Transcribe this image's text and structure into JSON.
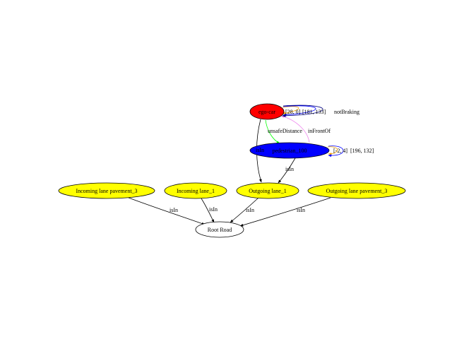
{
  "nodes": [
    {
      "id": "ego",
      "label": "ego-car",
      "fill": "#ff0000",
      "kind": "primary"
    },
    {
      "id": "ped",
      "label": "pedestrian_100",
      "fill": "#0000ff",
      "kind": "primary"
    },
    {
      "id": "ilp3",
      "label": "Incoming lane pavement_3",
      "fill": "#ffff00",
      "kind": "lane"
    },
    {
      "id": "il1",
      "label": "Incoming lane_1",
      "fill": "#ffff00",
      "kind": "lane"
    },
    {
      "id": "ol1",
      "label": "Outgoing lane_1",
      "fill": "#ffff00",
      "kind": "lane"
    },
    {
      "id": "olp3",
      "label": "Outgoing lane pavement_3",
      "fill": "#ffff00",
      "kind": "lane"
    },
    {
      "id": "root",
      "label": "Root Road",
      "fill": "#ffffff",
      "kind": "root"
    }
  ],
  "edges": [
    {
      "from": "ego",
      "to": "ped",
      "label": "unsafeDistance",
      "color": "#00ff00"
    },
    {
      "from": "ped",
      "to": "ego",
      "label": "inFrontOf",
      "color": "#ee82ee"
    },
    {
      "from": "ego",
      "to": "ego",
      "label": "[28, 0]",
      "color": "#ffa500"
    },
    {
      "from": "ego",
      "to": "ego",
      "label": "[181, 133]",
      "color": "#0000ff"
    },
    {
      "from": "ego",
      "to": "ego",
      "label": "notBraking",
      "color": "#000080"
    },
    {
      "from": "ped",
      "to": "ped",
      "label": "[-2, 4]",
      "color": "#ffa500"
    },
    {
      "from": "ped",
      "to": "ped",
      "label": "[196, 132]",
      "color": "#0000ff"
    },
    {
      "from": "ego",
      "to": "ol1",
      "label": "isIn",
      "color": "#000000"
    },
    {
      "from": "ped",
      "to": "ol1",
      "label": "isIn",
      "color": "#000000"
    },
    {
      "from": "ilp3",
      "to": "root",
      "label": "isIn",
      "color": "#000000"
    },
    {
      "from": "il1",
      "to": "root",
      "label": "isIn",
      "color": "#000000"
    },
    {
      "from": "ol1",
      "to": "root",
      "label": "isIn",
      "color": "#000000"
    },
    {
      "from": "olp3",
      "to": "root",
      "label": "isIn",
      "color": "#000000"
    }
  ]
}
